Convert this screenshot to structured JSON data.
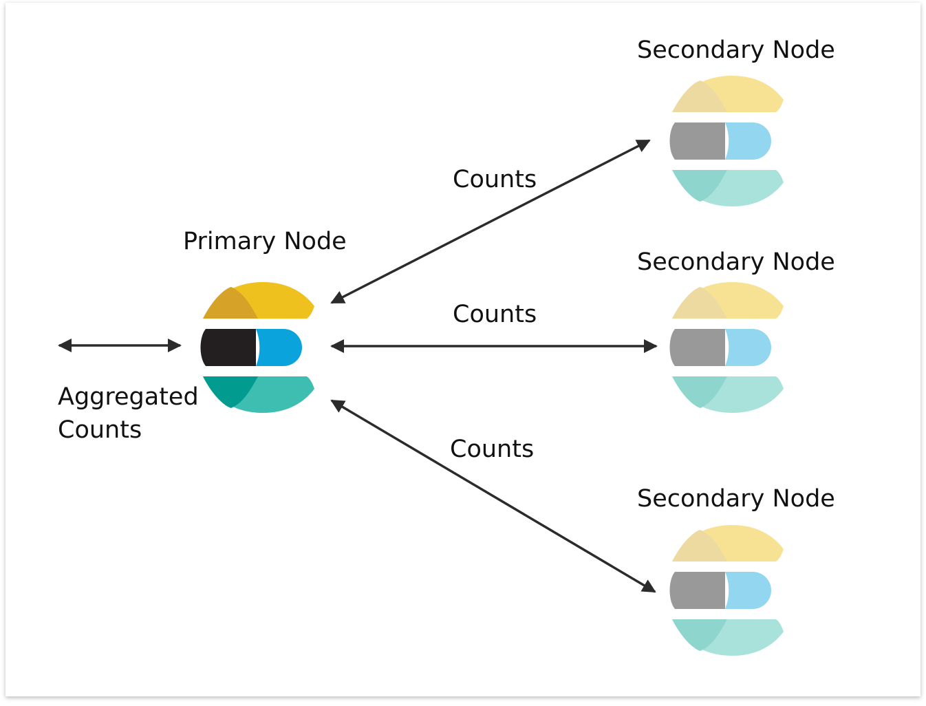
{
  "diagram": {
    "primary_label": "Primary Node",
    "secondary_labels": [
      "Secondary Node",
      "Secondary Node",
      "Secondary Node"
    ],
    "edge_labels": [
      "Counts",
      "Counts",
      "Counts"
    ],
    "aggregated_label_lines": [
      "Aggregated",
      "Counts"
    ]
  },
  "colors": {
    "primary": {
      "top": "#efc11f",
      "top_shade": "#d6a227",
      "middle_left": "#231f20",
      "middle_right": "#0ba3dc",
      "bottom": "#3ebeb0",
      "bottom_shade": "#019b8f"
    },
    "secondary": {
      "top": "#f7e293",
      "top_shade": "#eddaa1",
      "middle_left": "#9a999a",
      "middle_right": "#93d6f0",
      "bottom": "#a9e2db",
      "bottom_shade": "#8ed5ce"
    },
    "arrow": "#2b2b2b"
  }
}
